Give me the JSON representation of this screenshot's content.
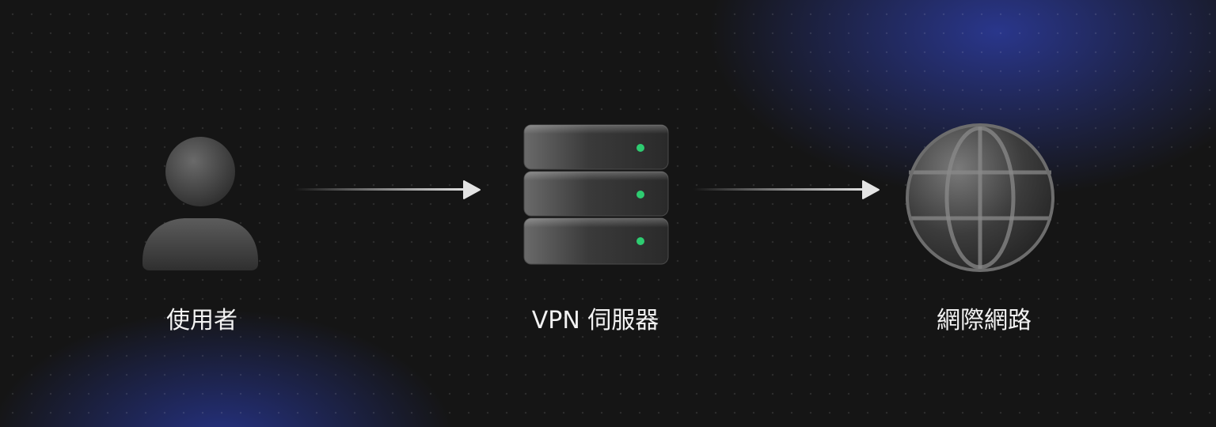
{
  "nodes": [
    {
      "icon": "person-icon",
      "label": "使用者"
    },
    {
      "icon": "server-icon",
      "label": "VPN 伺服器"
    },
    {
      "icon": "globe-icon",
      "label": "網際網路"
    }
  ],
  "connectors": [
    {
      "from": "使用者",
      "to": "VPN 伺服器"
    },
    {
      "from": "VPN 伺服器",
      "to": "網際網路"
    }
  ],
  "colors": {
    "background": "#151515",
    "glow": "#2d3ca0",
    "status_led": "#2ecc71",
    "label_text": "#f2f2f2"
  }
}
